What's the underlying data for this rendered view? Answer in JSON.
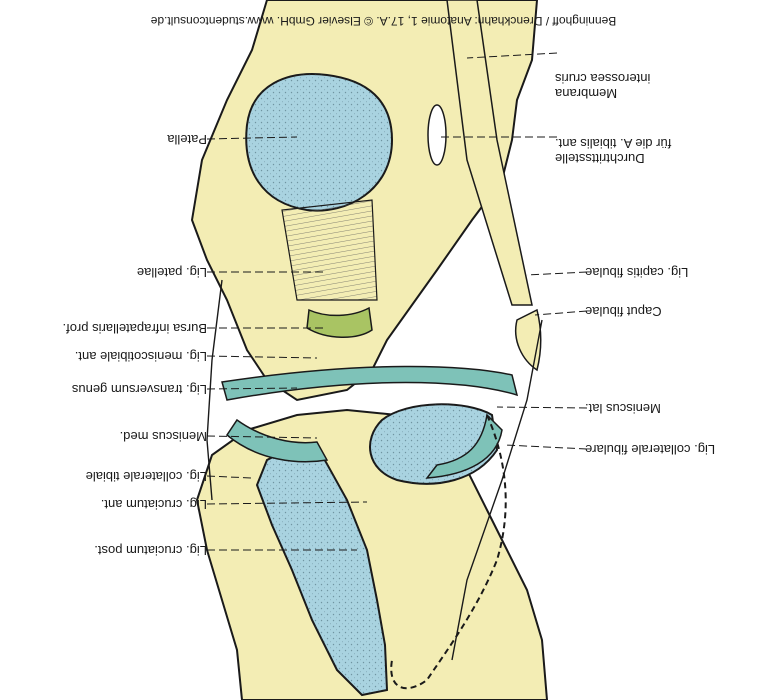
{
  "credit": "Benninghoff / Drenckhahn: Anatomie 1, 17.A. © Elsevier GmbH. www.studentconsult.de",
  "labels_left": {
    "membrana": "Membrana",
    "interossea_cruris": "interossea cruris",
    "durchtrittsstelle": "Durchtrittsstelle",
    "fuer_a_tibialis": "für die A. tibialis ant.",
    "lig_capitis_fibulae": "Lig. capitis fibulae",
    "caput_fibulae": "Caput fibulae",
    "meniscus_lat": "Meniscus lat.",
    "lig_collaterale_fibulare": "Lig. collaterale fibulare"
  },
  "labels_right": {
    "patella": "Patella",
    "lig_patellae": "Lig. patellae",
    "bursa": "Bursa infrapatellaris prof.",
    "lig_meniscotibiale": "Lig. meniscotibiale ant.",
    "lig_transversum": "Lig. transversum genus",
    "meniscus_med": "Meniscus med.",
    "lig_collaterale_tibiale": "Lig. collaterale tibiale",
    "lig_cruciatum_ant": "Lig. cruciatum ant.",
    "lig_cruciatum_post": "Lig. cruciatum post."
  },
  "colors": {
    "bone": "#f3edb4",
    "cartilage": "#a9d3e0",
    "meniscus": "#7ec2b8",
    "bursa": "#a9c463",
    "outline": "#1a1a1a"
  }
}
